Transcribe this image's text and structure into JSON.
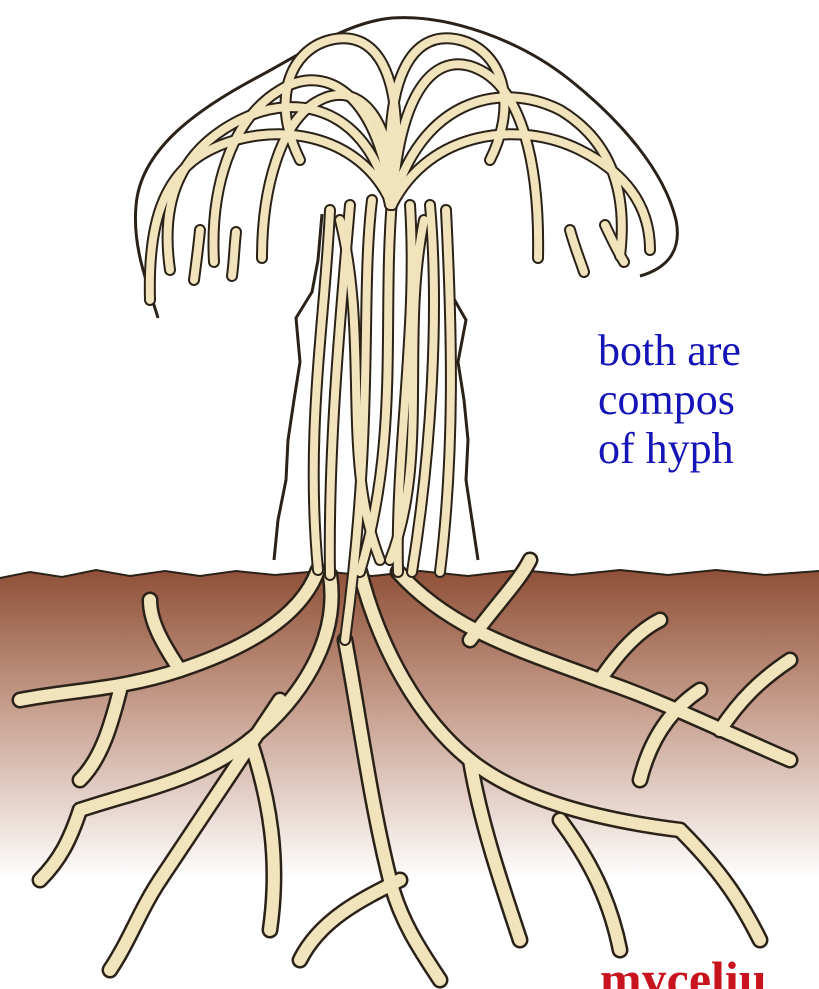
{
  "annotation": {
    "lines": [
      "both are",
      "compos",
      "of hyph"
    ]
  },
  "cut_label": "myceliu",
  "colors": {
    "hypha_fill": "#f1e3bb",
    "hypha_outline": "#2a2218",
    "soil_top": "#8f5038",
    "soil_bottom": "#ffffff",
    "annotation_text": "#1414b8",
    "label_text": "#c8141e"
  },
  "icons": [
    "mushroom-cap",
    "mushroom-stalk",
    "soil",
    "mycelium-network"
  ]
}
